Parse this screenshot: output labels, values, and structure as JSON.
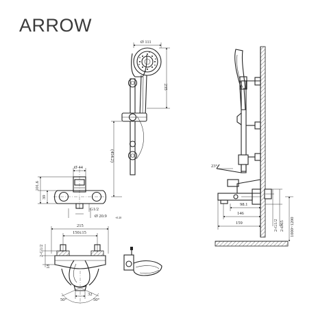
{
  "brand": {
    "name": "ARROW"
  },
  "dimensions": {
    "head_diameter": "Ø 111",
    "head_length": "235",
    "rail_length": "(454.2)",
    "body_diameter": "Ø 44",
    "height_101": "101.6",
    "height_39": "39",
    "inlet_thread": "G1/2",
    "outlet_diameter": "Ø 20.9",
    "outlet_tolerance": "+0.20",
    "overall_width": "215",
    "center_distance": "150±15",
    "left_thread": "2-G1/2",
    "left_18": "18",
    "outlet_32": "32",
    "angle_left": "50°",
    "angle_right": "50°",
    "side_angle": "23°",
    "side_98": "98.1",
    "side_146": "146",
    "side_159": "159",
    "side_thread": "2-G1/2",
    "side_thread_diam": "2-Ø65",
    "side_height": "1000~1200"
  },
  "colors": {
    "line": "#222222",
    "brand": "#3a3a3a"
  }
}
